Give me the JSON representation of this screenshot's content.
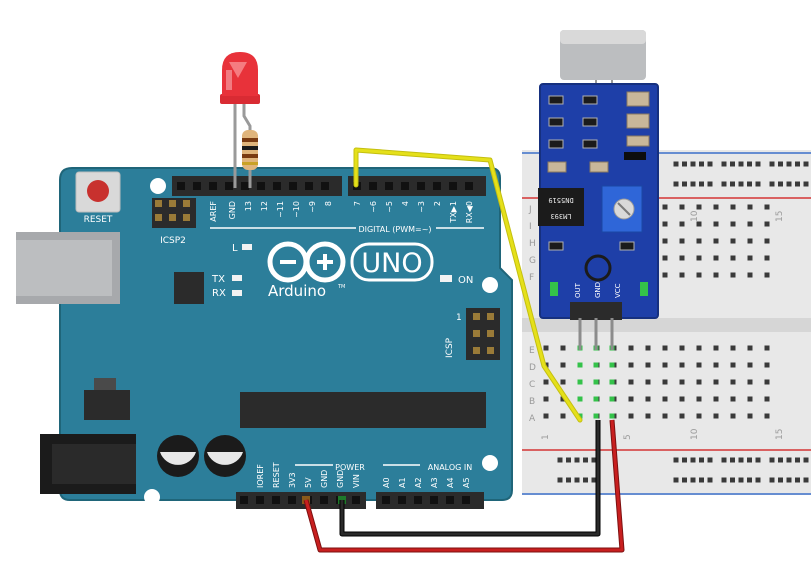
{
  "arduino": {
    "reset_label": "RESET",
    "icsp2_label": "ICSP2",
    "icsp_label": "ICSP",
    "on_label": "ON",
    "l_label": "L",
    "tx_label": "TX",
    "rx_label": "RX",
    "logo_text": "UNO",
    "brand_text": "Arduino",
    "brand_tm": "TM",
    "digital_label": "DIGITAL (PWM=~)",
    "power_label": "POWER",
    "analog_label": "ANALOG IN",
    "top_pin_labels": [
      "AREF",
      "GND",
      "13",
      "12",
      "~11",
      "~10",
      "~9",
      "8",
      "7",
      "~6",
      "~5",
      "4",
      "~3",
      "2",
      "TX▶1",
      "RX◀0"
    ],
    "power_pin_labels": [
      "IOREF",
      "RESET",
      "3V3",
      "5V",
      "GND",
      "GND",
      "VIN"
    ],
    "analog_pin_labels": [
      "A0",
      "A1",
      "A2",
      "A3",
      "A4",
      "A5"
    ],
    "icsp_number": "1"
  },
  "breadboard": {
    "row_labels_top": [
      "J",
      "I",
      "H",
      "G",
      "F"
    ],
    "row_labels_bottom": [
      "E",
      "D",
      "C",
      "B",
      "A"
    ],
    "column_labels": [
      "1",
      "5",
      "10",
      "15"
    ]
  },
  "sensor": {
    "pin_labels": [
      "OUT",
      "GND",
      "VCC"
    ],
    "chip_text": "LM393",
    "chip_code": "DN5519"
  },
  "colors": {
    "board": "#2c7e9a",
    "board_edge": "#1f6579",
    "header": "#2b2b2b",
    "led": "#e8323a",
    "wire_signal": "#e5e01a",
    "wire_ground": "#1a1a1a",
    "wire_power": "#c81f1f",
    "sensor_pcb": "#1e3fa8",
    "breadboard": "#e8e8e8",
    "rail_red": "#d43434",
    "rail_blue": "#3a6fc9",
    "hole_green": "#34c24a"
  }
}
